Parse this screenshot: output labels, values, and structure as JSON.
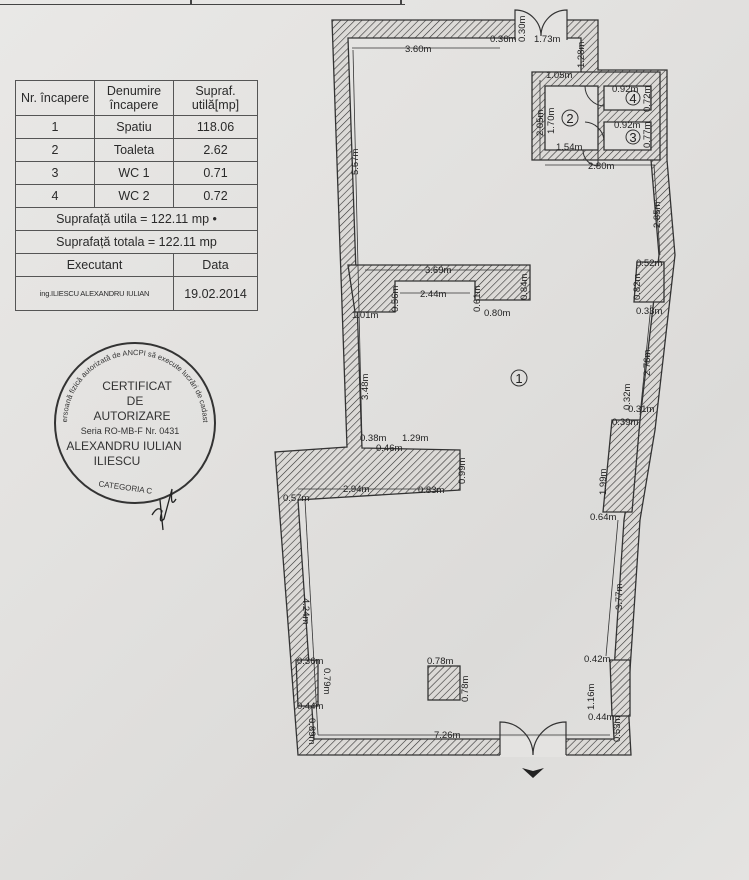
{
  "table": {
    "headers": [
      "Nr. încapere",
      "Denumire încapere",
      "Supraf. utilă[mp]"
    ],
    "rows": [
      {
        "nr": "1",
        "name": "Spatiu",
        "area": "118.06"
      },
      {
        "nr": "2",
        "name": "Toaleta",
        "area": "2.62"
      },
      {
        "nr": "3",
        "name": "WC 1",
        "area": "0.71"
      },
      {
        "nr": "4",
        "name": "WC 2",
        "area": "0.72"
      }
    ],
    "useful_area": "Suprafață utila = 122.11 mp •",
    "total_area": "Suprafață totala = 122.11 mp",
    "executant_label": "Executant",
    "date_label": "Data",
    "executant": "ing.ILIESCU ALEXANDRU IULIAN",
    "date": "19.02.2014"
  },
  "stamp": {
    "rim_text": "Persoană fizică autorizată de ANCPI să execute lucrări de cadastru, geodezie și cartografie",
    "line1": "CERTIFICAT",
    "line2": "DE",
    "line3": "AUTORIZARE",
    "line4": "Seria RO-MB-F Nr. 0431",
    "line5": "ALEXANDRU IULIAN",
    "line6": "ILIESCU",
    "category": "CATEGORIA C"
  },
  "rooms": [
    "1",
    "2",
    "3",
    "4"
  ],
  "dimensions": [
    "3.60m",
    "0.36m",
    "1.73m",
    "1.28m",
    "0.30m",
    "1.05m",
    "0.92m",
    "0.72m",
    "2.05m",
    "1.70m",
    "0.92m",
    "0.77m",
    "1.54m",
    "2.80m",
    "5.67m",
    "2.85m",
    "3.69m",
    "2.44m",
    "0.56m",
    "0.61m",
    "0.84m",
    "0.80m",
    "1.01m",
    "0.52m",
    "0.82m",
    "0.33m",
    "3.48m",
    "2.76m",
    "0.32m",
    "0.31m",
    "0.39m",
    "0.38m",
    "1.29m",
    "0.46m",
    "0.99m",
    "2.94m",
    "0.83m",
    "0.57m",
    "1.99m",
    "0.64m",
    "4.24m",
    "3.77m",
    "0.78m",
    "0.78m",
    "0.36m",
    "0.79m",
    "0.44m",
    "0.89m",
    "1.16m",
    "0.42m",
    "0.44m",
    "0.53m",
    "7.26m"
  ],
  "colors": {
    "paper": "#e4e3e1",
    "ink": "#2a2a2a",
    "stamp_ink": "#333333"
  }
}
